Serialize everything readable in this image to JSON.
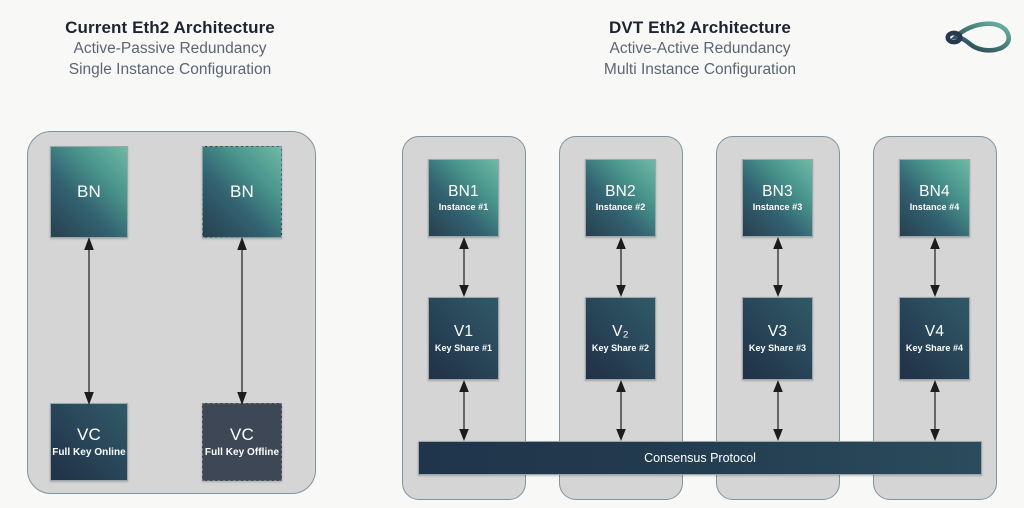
{
  "page": {
    "background": "#f8f8f7",
    "accent_teal": "#6fb9a6",
    "accent_navy": "#23344a"
  },
  "headings": {
    "left": {
      "title": "Current Eth2 Architecture",
      "sub1": "Active-Passive Redundancy",
      "sub2": "Single Instance Configuration"
    },
    "right": {
      "title": "DVT Eth2 Architecture",
      "sub1": "Active-Active Redundancy",
      "sub2": "Multi Instance Configuration"
    }
  },
  "logo": {
    "name": "obol-lasso-logo",
    "loop_color": "#63ab99",
    "eyelet_color": "#27394f"
  },
  "current_architecture": {
    "nodes": [
      {
        "name": "bn-active",
        "label": "BN",
        "sublabel": "",
        "style": "gradient-teal",
        "dashed": false
      },
      {
        "name": "bn-passive",
        "label": "BN",
        "sublabel": "",
        "style": "gradient-teal",
        "dashed": true
      },
      {
        "name": "vc-online",
        "label": "VC",
        "sublabel": "Full Key Online",
        "style": "gradient-navy",
        "dashed": false
      },
      {
        "name": "vc-offline",
        "label": "VC",
        "sublabel": "Full Key Offline",
        "style": "flat-slate",
        "dashed": true
      }
    ],
    "connections": [
      {
        "from": "vc-online",
        "to": "bn-active",
        "type": "bidirectional"
      },
      {
        "from": "vc-offline",
        "to": "bn-passive",
        "type": "bidirectional"
      }
    ]
  },
  "dvt_architecture": {
    "instances": [
      {
        "panel": "instance-1",
        "beacon": {
          "label": "BN1",
          "sublabel": "Instance #1"
        },
        "validator": {
          "label": "V1",
          "sublabel": "Key Share #1"
        }
      },
      {
        "panel": "instance-2",
        "beacon": {
          "label": "BN2",
          "sublabel": "Instance #2"
        },
        "validator": {
          "label": "V₂",
          "sublabel": "Key Share #2"
        }
      },
      {
        "panel": "instance-3",
        "beacon": {
          "label": "BN3",
          "sublabel": "Instance #3"
        },
        "validator": {
          "label": "V3",
          "sublabel": "Key Share #3"
        }
      },
      {
        "panel": "instance-4",
        "beacon": {
          "label": "BN4",
          "sublabel": "Instance #4"
        },
        "validator": {
          "label": "V4",
          "sublabel": "Key Share #4"
        }
      }
    ],
    "consensus_bar": {
      "label": "Consensus Protocol"
    }
  }
}
